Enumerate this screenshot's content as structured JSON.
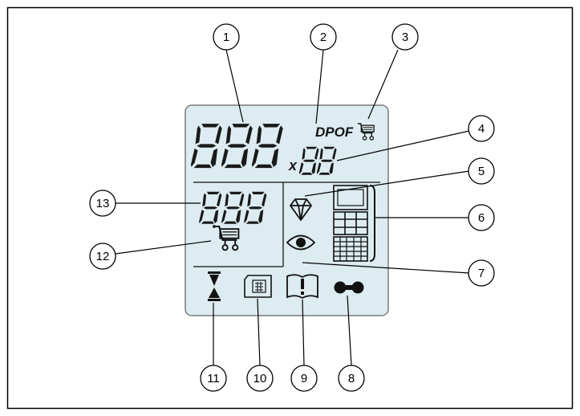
{
  "diagram": {
    "title": "",
    "lcd_panel": {
      "dpof_label": "DPOF",
      "multiplier_symbol": "x"
    },
    "callouts": [
      {
        "number": "1",
        "target": "print-count-digits"
      },
      {
        "number": "2",
        "target": "dpof-indicator"
      },
      {
        "number": "3",
        "target": "small-cart-icon"
      },
      {
        "number": "4",
        "target": "copies-digits"
      },
      {
        "number": "5",
        "target": "diamond-icon"
      },
      {
        "number": "6",
        "target": "layout-icons"
      },
      {
        "number": "7",
        "target": "eye-icon"
      },
      {
        "number": "8",
        "target": "link-dots-icon"
      },
      {
        "number": "9",
        "target": "warning-book-icon"
      },
      {
        "number": "10",
        "target": "memory-card-icon"
      },
      {
        "number": "11",
        "target": "hourglass-icon"
      },
      {
        "number": "12",
        "target": "large-cart-icon"
      },
      {
        "number": "13",
        "target": "secondary-digits"
      }
    ],
    "icons": {
      "hourglass": "hourglass-icon",
      "memory_card": "memory-card-icon",
      "warning_book": "warning-book-icon",
      "link_dots": "link-dots-icon",
      "diamond": "diamond-icon",
      "eye": "eye-icon",
      "cart": "cart-icon"
    },
    "colors": {
      "panel_fill": "#dcecf0",
      "panel_border": "#7a7a7a",
      "segment": "#1a1a1a",
      "frame": "#000000"
    }
  }
}
